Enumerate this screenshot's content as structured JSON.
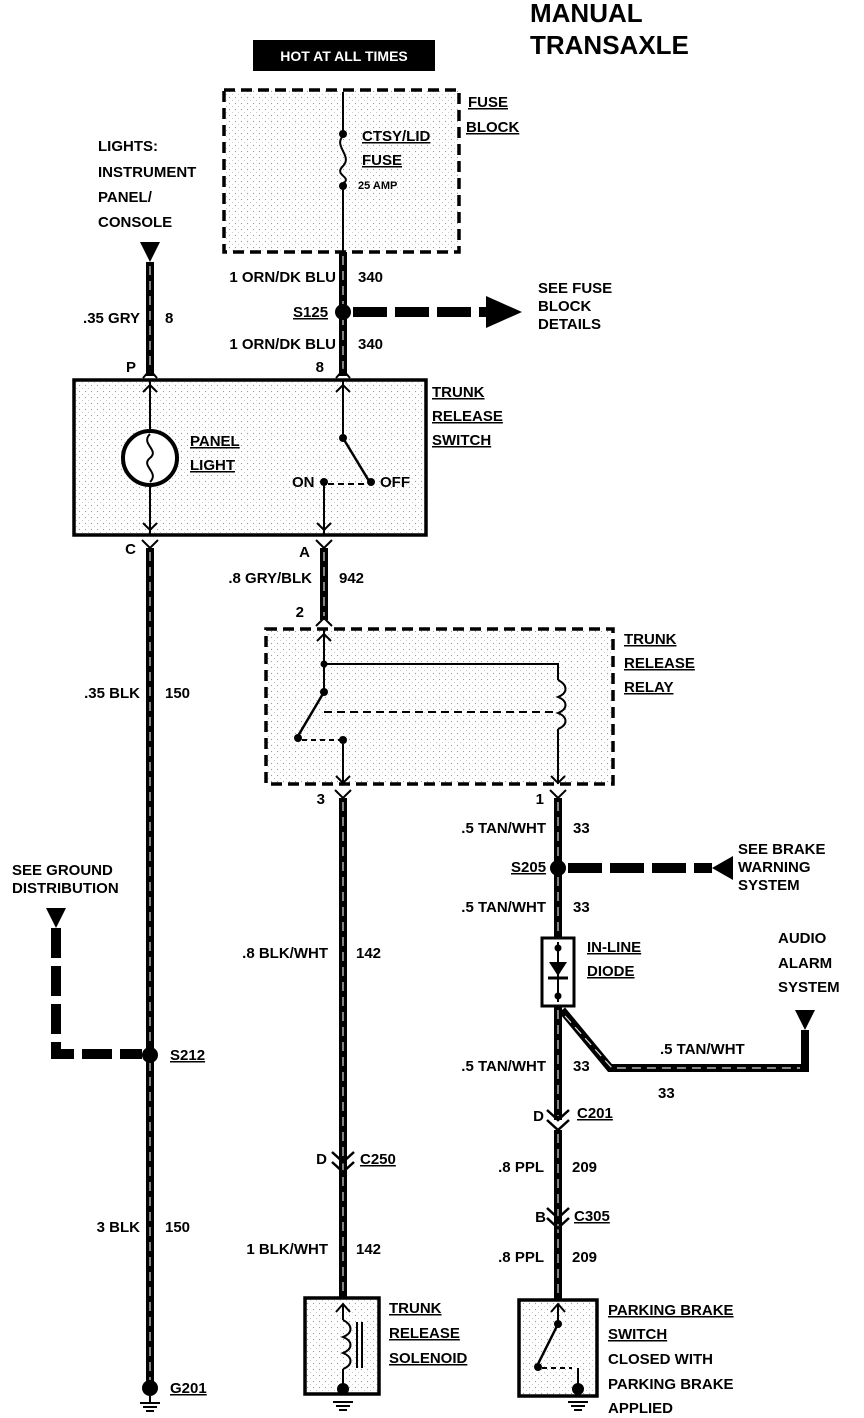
{
  "title": {
    "line1": "MANUAL",
    "line2": "TRANSAXLE"
  },
  "hot_label": "HOT AT ALL TIMES",
  "fuse_block": {
    "label1": "FUSE",
    "label2": "BLOCK",
    "fuse1": "CTSY/LID",
    "fuse2": "FUSE",
    "amp": "25 AMP"
  },
  "lights": {
    "l1": "LIGHTS:",
    "l2": "INSTRUMENT",
    "l3": "PANEL/",
    "l4": "CONSOLE"
  },
  "wires": {
    "w340a": {
      "gauge": "1 ORN/DK BLU",
      "circuit": "340"
    },
    "w340b": {
      "gauge": "1 ORN/DK BLU",
      "circuit": "340"
    },
    "w8": {
      "gauge": ".35 GRY",
      "circuit": "8"
    },
    "w942": {
      "gauge": ".8 GRY/BLK",
      "circuit": "942"
    },
    "w150a": {
      "gauge": ".35 BLK",
      "circuit": "150"
    },
    "w150b": {
      "gauge": "3 BLK",
      "circuit": "150"
    },
    "w142a": {
      "gauge": ".8 BLK/WHT",
      "circuit": "142"
    },
    "w142b": {
      "gauge": "1 BLK/WHT",
      "circuit": "142"
    },
    "w33a": {
      "gauge": ".5 TAN/WHT",
      "circuit": "33"
    },
    "w33b": {
      "gauge": ".5 TAN/WHT",
      "circuit": "33"
    },
    "w33c": {
      "gauge": ".5 TAN/WHT",
      "circuit": "33"
    },
    "w33d": {
      "gauge": ".5 TAN/WHT",
      "circuit": "33"
    },
    "w209a": {
      "gauge": ".8 PPL",
      "circuit": "209"
    },
    "w209b": {
      "gauge": ".8 PPL",
      "circuit": "209"
    }
  },
  "splices": {
    "s125": "S125",
    "s205": "S205",
    "s212": "S212"
  },
  "connectors": {
    "c201": "C201",
    "c250": "C250",
    "c305": "C305"
  },
  "grounds": {
    "g201": "G201"
  },
  "pins": {
    "p": "P",
    "b8": "8",
    "c": "C",
    "a": "A",
    "two": "2",
    "three": "3",
    "one": "1",
    "d1": "D",
    "d2": "D",
    "b": "B"
  },
  "see_fuse": {
    "l1": "SEE FUSE",
    "l2": "BLOCK",
    "l3": "DETAILS"
  },
  "see_brake": {
    "l1": "SEE BRAKE",
    "l2": "WARNING",
    "l3": "SYSTEM"
  },
  "see_ground": {
    "l1": "SEE GROUND",
    "l2": "DISTRIBUTION"
  },
  "audio": {
    "l1": "AUDIO",
    "l2": "ALARM",
    "l3": "SYSTEM"
  },
  "trunk_switch": {
    "l1": "TRUNK",
    "l2": "RELEASE",
    "l3": "SWITCH",
    "on": "ON",
    "off": "OFF"
  },
  "panel_light": {
    "l1": "PANEL",
    "l2": "LIGHT"
  },
  "trunk_relay": {
    "l1": "TRUNK",
    "l2": "RELEASE",
    "l3": "RELAY"
  },
  "diode": {
    "l1": "IN-LINE",
    "l2": "DIODE"
  },
  "solenoid": {
    "l1": "TRUNK",
    "l2": "RELEASE",
    "l3": "SOLENOID"
  },
  "pb_switch": {
    "l1": "PARKING BRAKE",
    "l2": "SWITCH",
    "l3": "CLOSED WITH",
    "l4": "PARKING BRAKE",
    "l5": "APPLIED"
  }
}
